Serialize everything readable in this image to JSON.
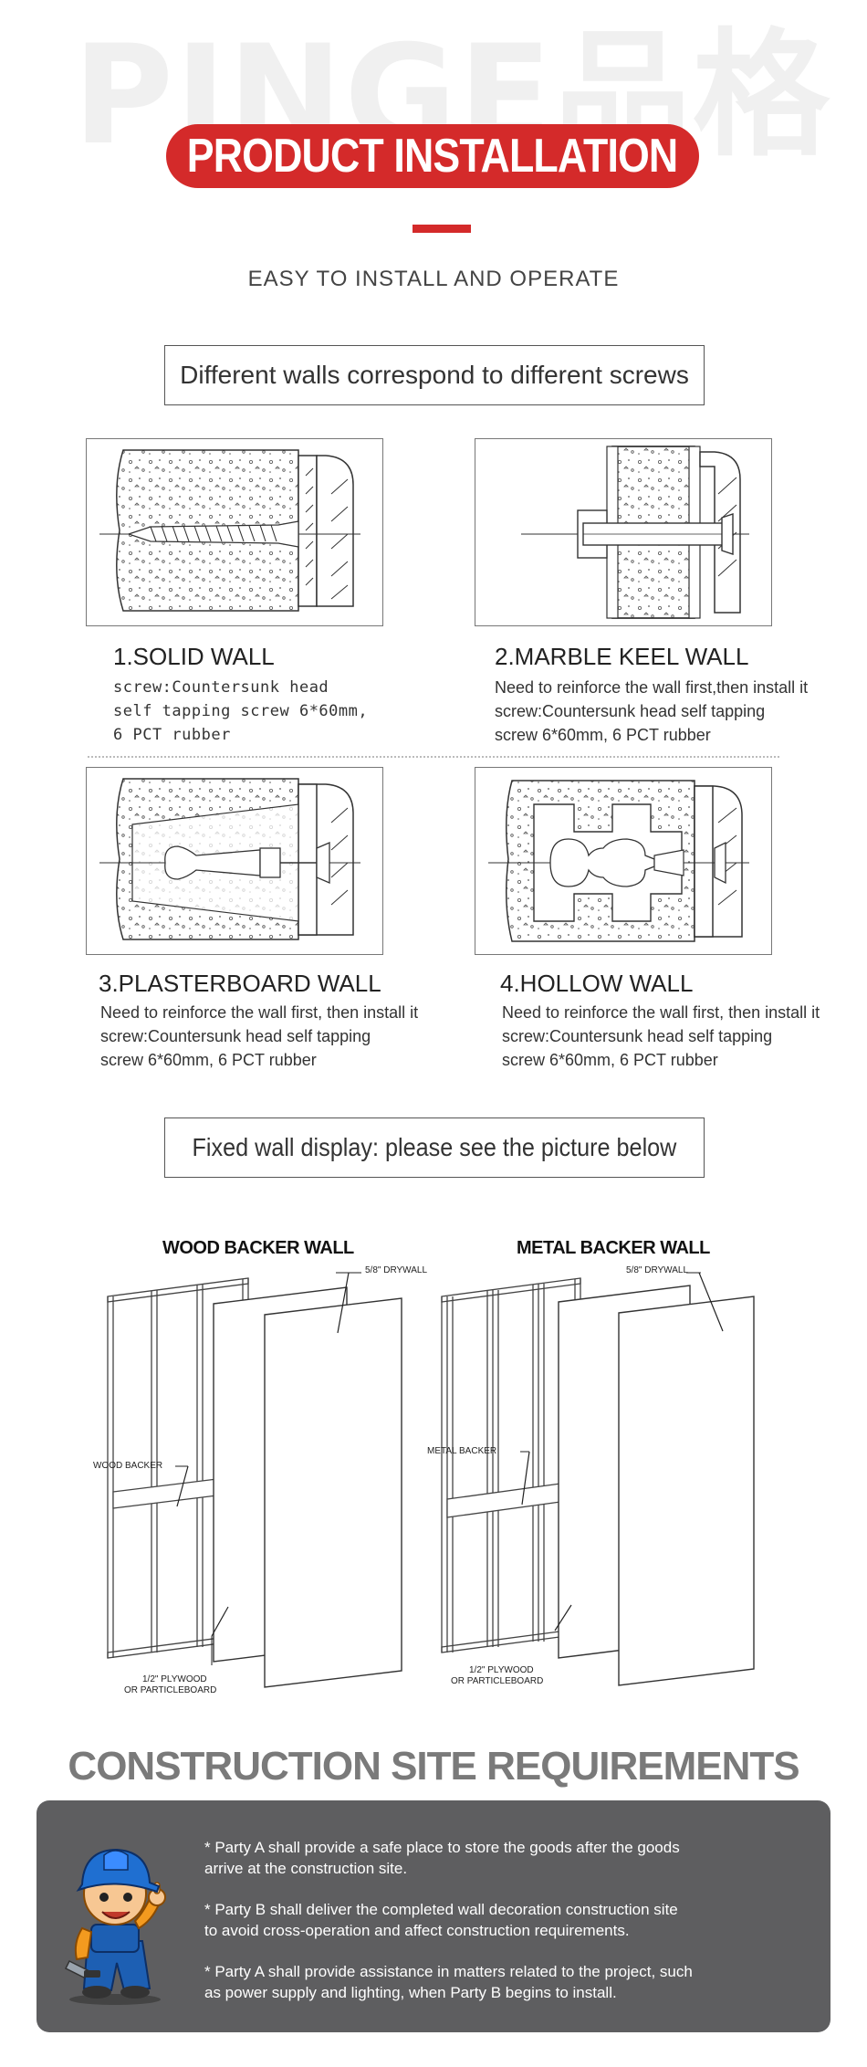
{
  "header": {
    "watermark": "PINGE品格",
    "title": "PRODUCT INSTALLATION",
    "subtitle": "EASY TO INSTALL AND OPERATE"
  },
  "section1": {
    "heading": "Different walls correspond to different screws",
    "walls": [
      {
        "title": "1.SOLID WALL",
        "desc": "screw:Countersunk head\nself tapping screw 6*60mm,\n6 PCT rubber"
      },
      {
        "title": "2.MARBLE KEEL WALL",
        "desc": "Need to reinforce the wall first,then install it\nscrew:Countersunk head self tapping\nscrew 6*60mm, 6 PCT rubber"
      },
      {
        "title": "3.PLASTERBOARD WALL",
        "desc": "Need to reinforce the wall first, then install it\nscrew:Countersunk head self tapping\nscrew 6*60mm, 6 PCT rubber"
      },
      {
        "title": "4.HOLLOW WALL",
        "desc": "Need to reinforce the wall first, then install it\nscrew:Countersunk head self tapping\nscrew 6*60mm, 6 PCT rubber"
      }
    ]
  },
  "section2": {
    "heading": "Fixed wall display: please see the picture below",
    "wood": {
      "title": "WOOD BACKER WALL",
      "drywall_label": "5/8\" DRYWALL",
      "backer_label": "WOOD BACKER",
      "plywood_label_1": "1/2\" PLYWOOD",
      "plywood_label_2": "OR PARTICLEBOARD"
    },
    "metal": {
      "title": "METAL BACKER WALL",
      "drywall_label": "5/8\" DRYWALL",
      "backer_label": "METAL BACKER",
      "plywood_label_1": "1/2\" PLYWOOD",
      "plywood_label_2": "OR PARTICLEBOARD"
    }
  },
  "construction": {
    "title": "CONSTRUCTION SITE REQUIREMENTS",
    "items": [
      "* Party A shall provide a safe place to store the goods after the goods\n  arrive at the construction site.",
      "* Party B shall deliver the completed wall decoration construction site\n  to avoid cross-operation and affect construction requirements.",
      "* Party A shall provide assistance in matters related to the project, such\n  as power supply and lighting, when Party B begins to install."
    ]
  },
  "colors": {
    "accent": "#d42a2a",
    "box": "#5e5e60",
    "heading_gray": "#7a7a7a"
  }
}
